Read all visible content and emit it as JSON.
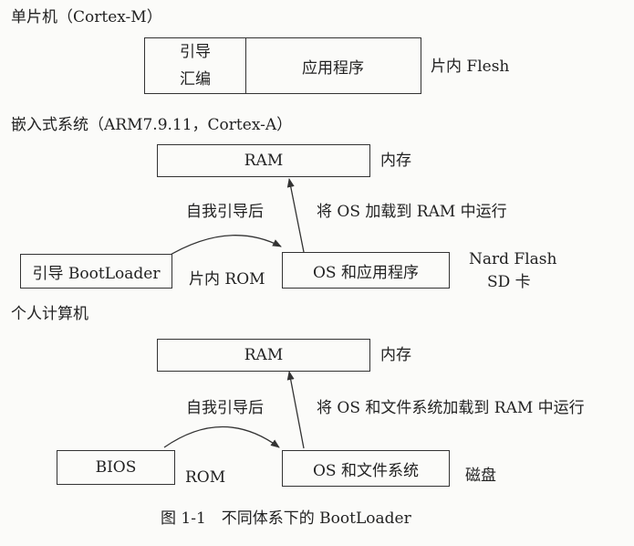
{
  "section1": {
    "heading": "单片机（Cortex-M）",
    "boot_line1": "引导",
    "boot_line2": "汇编",
    "app_label": "应用程序",
    "side_label": "片内 Flesh"
  },
  "section2": {
    "heading": "嵌入式系统（ARM7.9.11，Cortex-A）",
    "ram_label": "RAM",
    "ram_side": "内存",
    "self_boot": "自我引导后",
    "load_label": "将 OS 加载到 RAM 中运行",
    "bootloader_label": "引导 BootLoader",
    "rom_label": "片内 ROM",
    "os_label": "OS 和应用程序",
    "storage_line1": "Nard Flash",
    "storage_line2": "SD 卡"
  },
  "section3": {
    "heading": "个人计算机",
    "ram_label": "RAM",
    "ram_side": "内存",
    "self_boot": "自我引导后",
    "load_label": "将 OS 和文件系统加载到 RAM 中运行",
    "bios_label": "BIOS",
    "rom_label": "ROM",
    "os_label": "OS 和文件系统",
    "disk_label": "磁盘"
  },
  "caption": "图 1-1　不同体系下的 BootLoader"
}
